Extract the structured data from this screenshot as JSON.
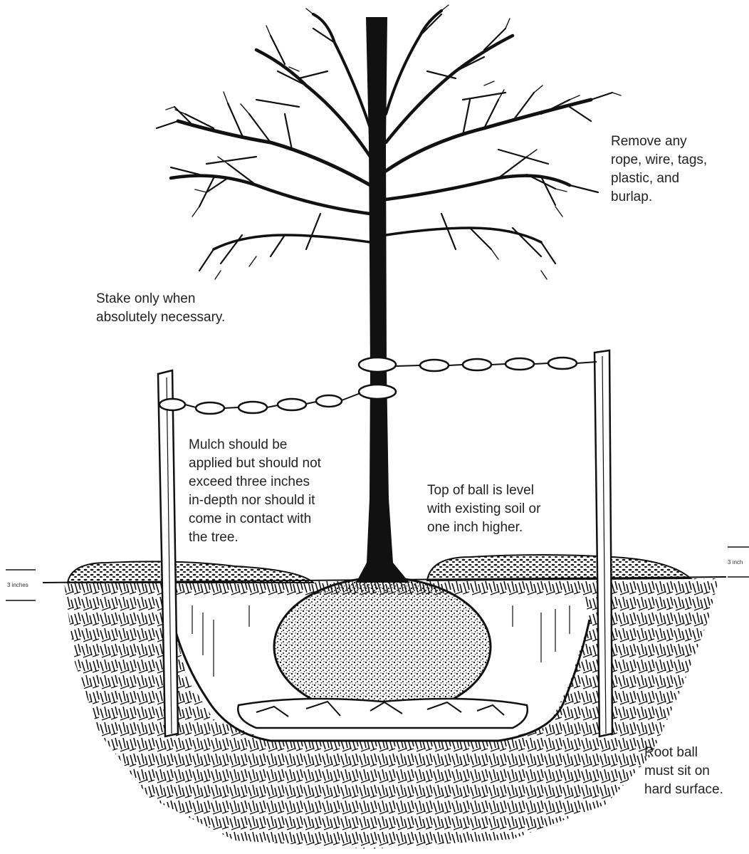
{
  "annotations": {
    "remove_items": "Remove any\nrope, wire, tags,\nplastic, and\nburlap.",
    "stake": "Stake only when\nabsolutely necessary.",
    "mulch": "Mulch should be\napplied but should not\nexceed three inches\nin-depth nor should it\ncome in contact with\nthe tree.",
    "top_of_ball": "Top of ball is level\nwith existing soil or\none inch higher.",
    "root_ball": "Root ball\nmust sit on\nhard surface.",
    "depth_left": "3 inches",
    "depth_right": "3 inch"
  },
  "colors": {
    "ink": "#111111",
    "paper": "#ffffff"
  }
}
